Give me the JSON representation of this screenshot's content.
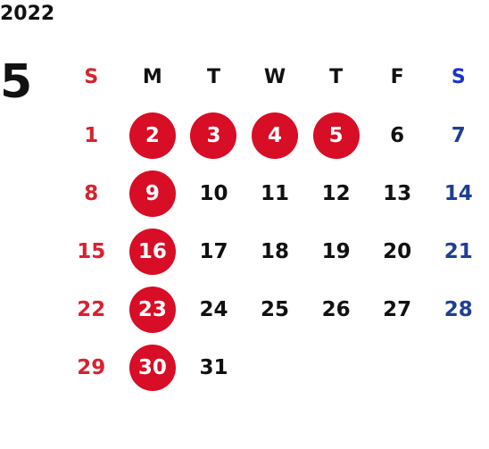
{
  "calendar": {
    "year": "2022",
    "month": "5",
    "weekdays": [
      "S",
      "M",
      "T",
      "W",
      "T",
      "F",
      "S"
    ],
    "weeks": [
      [
        "1",
        "2",
        "3",
        "4",
        "5",
        "6",
        "7"
      ],
      [
        "8",
        "9",
        "10",
        "11",
        "12",
        "13",
        "14"
      ],
      [
        "15",
        "16",
        "17",
        "18",
        "19",
        "20",
        "21"
      ],
      [
        "22",
        "23",
        "24",
        "25",
        "26",
        "27",
        "28"
      ],
      [
        "29",
        "30",
        "31",
        "",
        "",
        "",
        ""
      ]
    ],
    "holidays": [
      "2",
      "3",
      "4",
      "5",
      "9",
      "16",
      "23",
      "30"
    ],
    "colors": {
      "sunday": "#d8222f",
      "saturday": "#1f3f91",
      "holiday_circle": "#d80d26",
      "text": "#111111"
    }
  }
}
